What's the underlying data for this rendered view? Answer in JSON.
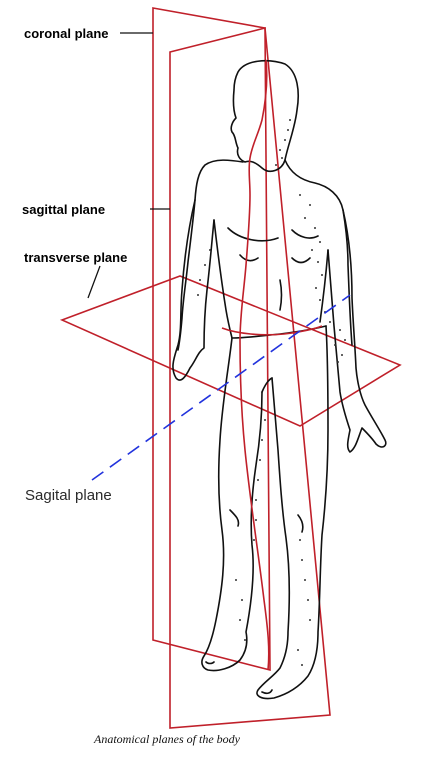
{
  "labels": {
    "coronal": "coronal plane",
    "sagittal": "sagittal plane",
    "transverse": "transverse plane",
    "sagital_blue": "Sagital plane"
  },
  "caption": "Anatomical planes of the body",
  "colors": {
    "plane_red": "#c0202a",
    "blue_dash": "#2233dd",
    "outline": "#111111",
    "stipple": "#333333",
    "background": "#ffffff"
  }
}
